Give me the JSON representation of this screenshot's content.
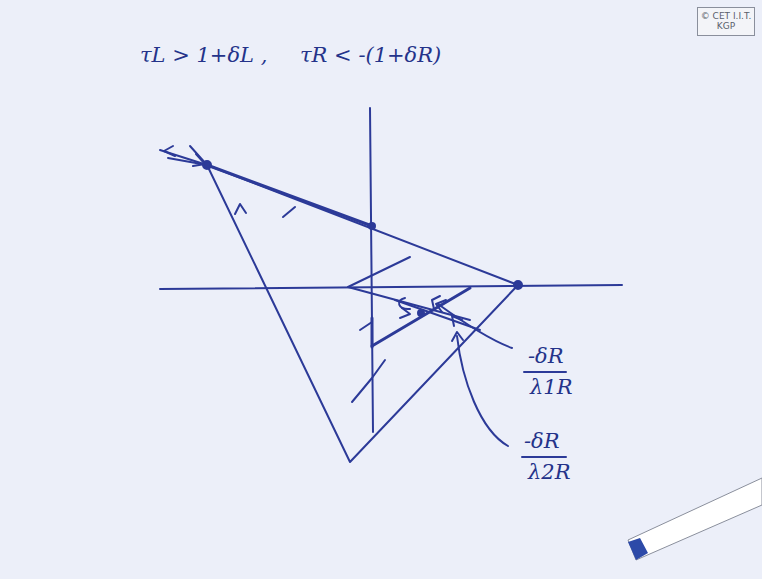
{
  "diagram": {
    "nodes": [
      {
        "text": [
          "© CET I.I.T. KGP"
        ]
      }
    ],
    "edges": [],
    "labels": [
      "τL > 1+δL ,",
      "τR < -(1+δR)",
      "-δR",
      "λ1R",
      "-δR",
      "λ2R"
    ]
  }
}
